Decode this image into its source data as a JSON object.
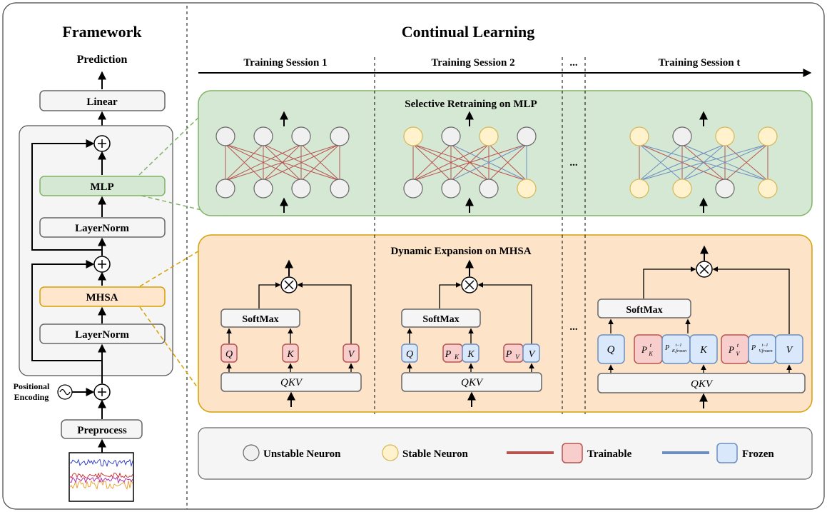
{
  "framework": {
    "title": "Framework",
    "prediction": "Prediction",
    "linear": "Linear",
    "mlp": "MLP",
    "layernorm_top": "LayerNorm",
    "mhsa": "MHSA",
    "layernorm_bottom": "LayerNorm",
    "positional_line1": "Positional",
    "positional_line2": "Encoding",
    "preprocess": "Preprocess"
  },
  "continual": {
    "title": "Continual Learning",
    "sessions": [
      "Training Session 1",
      "Training Session 2",
      "...",
      "Training Session t"
    ],
    "mlp_panel_title": "Selective Retraining on MLP",
    "mhsa_panel_title": "Dynamic Expansion on MHSA",
    "ellipsis": "...",
    "softmax": "SoftMax",
    "qkv": "QKV",
    "q": "Q",
    "k": "K",
    "v": "V",
    "pk": "P",
    "pk_sub": "K",
    "pv": "P",
    "pv_sub": "V",
    "pkt": "P",
    "pkt_sub": "K",
    "pkt_sup": "t",
    "pvt": "P",
    "pvt_sub": "V",
    "pvt_sup": "t",
    "pk_frozen_sup": "t−1",
    "pk_frozen_sub": "K,frozen",
    "pv_frozen_sup": "t−1",
    "pv_frozen_sub": "V,frozen"
  },
  "legend": {
    "unstable": "Unstable Neuron",
    "stable": "Stable Neuron",
    "trainable": "Trainable",
    "frozen": "Frozen"
  },
  "colors": {
    "green_fill": "#d5e8d4",
    "green_stroke": "#82b366",
    "orange_fill": "#fde3c8",
    "orange_stroke": "#d6a000",
    "neuron_unstable": "#f0f0f0",
    "neuron_stable": "#fff2cc",
    "trainable_fill": "#f8cecc",
    "trainable_stroke": "#b85450",
    "frozen_fill": "#dae8fc",
    "frozen_stroke": "#6c8ebf"
  }
}
